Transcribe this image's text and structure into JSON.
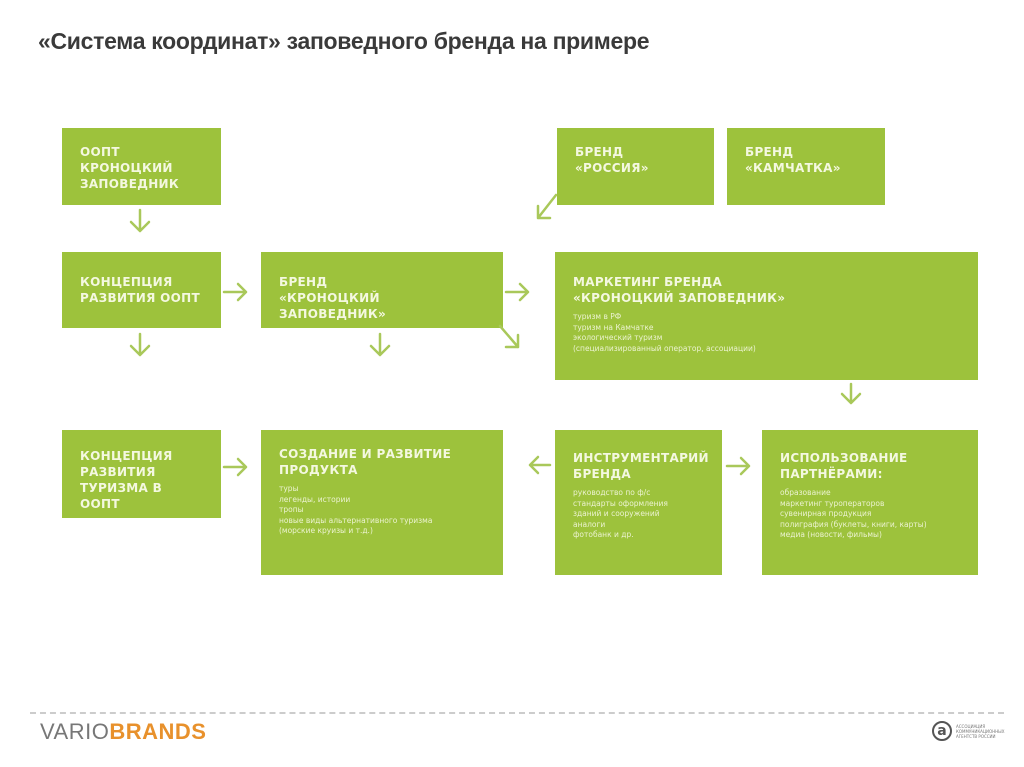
{
  "title": "«Система координат» заповедного бренда на примере",
  "boxes": {
    "oopt": {
      "h": "ООПТ\nКРОНОЦКИЙ\nЗАПОВЕДНИК"
    },
    "brand_russia": {
      "h": "БРЕНД\n«РОССИЯ»"
    },
    "brand_kamchatka": {
      "h": "БРЕНД\n«КАМЧАТКА»"
    },
    "concept_oopt": {
      "h": "КОНЦЕПЦИЯ\nРАЗВИТИЯ ООПТ"
    },
    "brand_kronotsky": {
      "h": "БРЕНД\n«КРОНОЦКИЙ ЗАПОВЕДНИК»"
    },
    "marketing": {
      "h": "МАРКЕТИНГ БРЕНДА\n«КРОНОЦКИЙ ЗАПОВЕДНИК»",
      "d": "туризм в РФ\nтуризм на Камчатке\nэкологический туризм\n(специализированный оператор, ассоциации)"
    },
    "concept_tourism": {
      "h": "КОНЦЕПЦИЯ\nРАЗВИТИЯ\nТУРИЗМА В ООПТ"
    },
    "product": {
      "h": "СОЗДАНИЕ И РАЗВИТИЕ\nПРОДУКТА",
      "d": "туры\nлегенды, истории\nтропы\nновые виды альтернативного туризма\n(морские круизы и т.д.)"
    },
    "toolkit": {
      "h": "ИНСТРУМЕНТАРИЙ\nБРЕНДА",
      "d": "руководство по ф/с\nстандарты оформления\nзданий и сооружений\nаналоги\nфотобанк и др."
    },
    "partners": {
      "h": "ИСПОЛЬЗОВАНИЕ\nПАРТНЁРАМИ:",
      "d": "образование\nмаркетинг туроператоров\nсувенирная продукция\nполиграфия (буклеты, книги, карты)\nмедиа (новости, фильмы)"
    }
  },
  "footer": {
    "logo_part1": "VARIO",
    "logo_part2": "BRANDS",
    "assoc_text": "АССОЦИАЦИЯ КОММУНИКАЦИОННЫХ АГЕНТСТВ РОССИИ"
  },
  "colors": {
    "box": "#9dc23c",
    "accent": "#e8912c"
  }
}
